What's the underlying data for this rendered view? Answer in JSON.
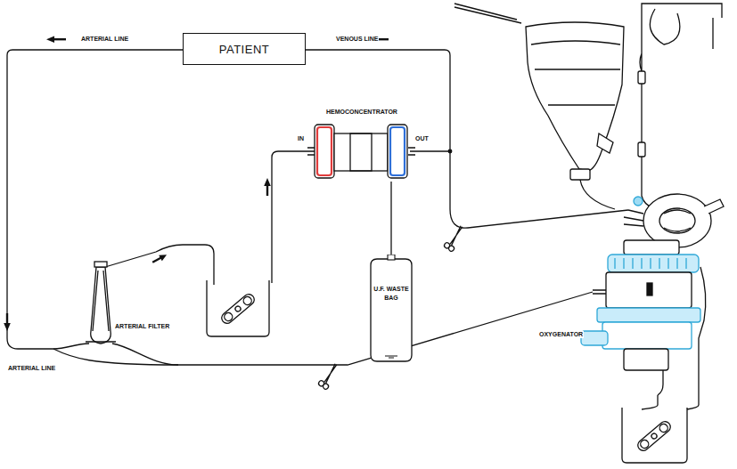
{
  "diagram": {
    "nodes": [
      {
        "text": [
          "PATIENT"
        ]
      },
      {
        "text": [
          "HEMOCONCENTRATOR"
        ]
      },
      {
        "text": [
          "U.F. WASTE BAG"
        ]
      }
    ],
    "edges": [
      {
        "from": 1,
        "to": 2,
        "arrow": "none"
      }
    ],
    "labels": [
      "ARTERIAL LINE",
      "VENOUS LINE",
      "IN",
      "OUT",
      "ARTERIAL FILTER",
      "ARTERIAL LINE",
      "OXYGENATOR"
    ]
  }
}
